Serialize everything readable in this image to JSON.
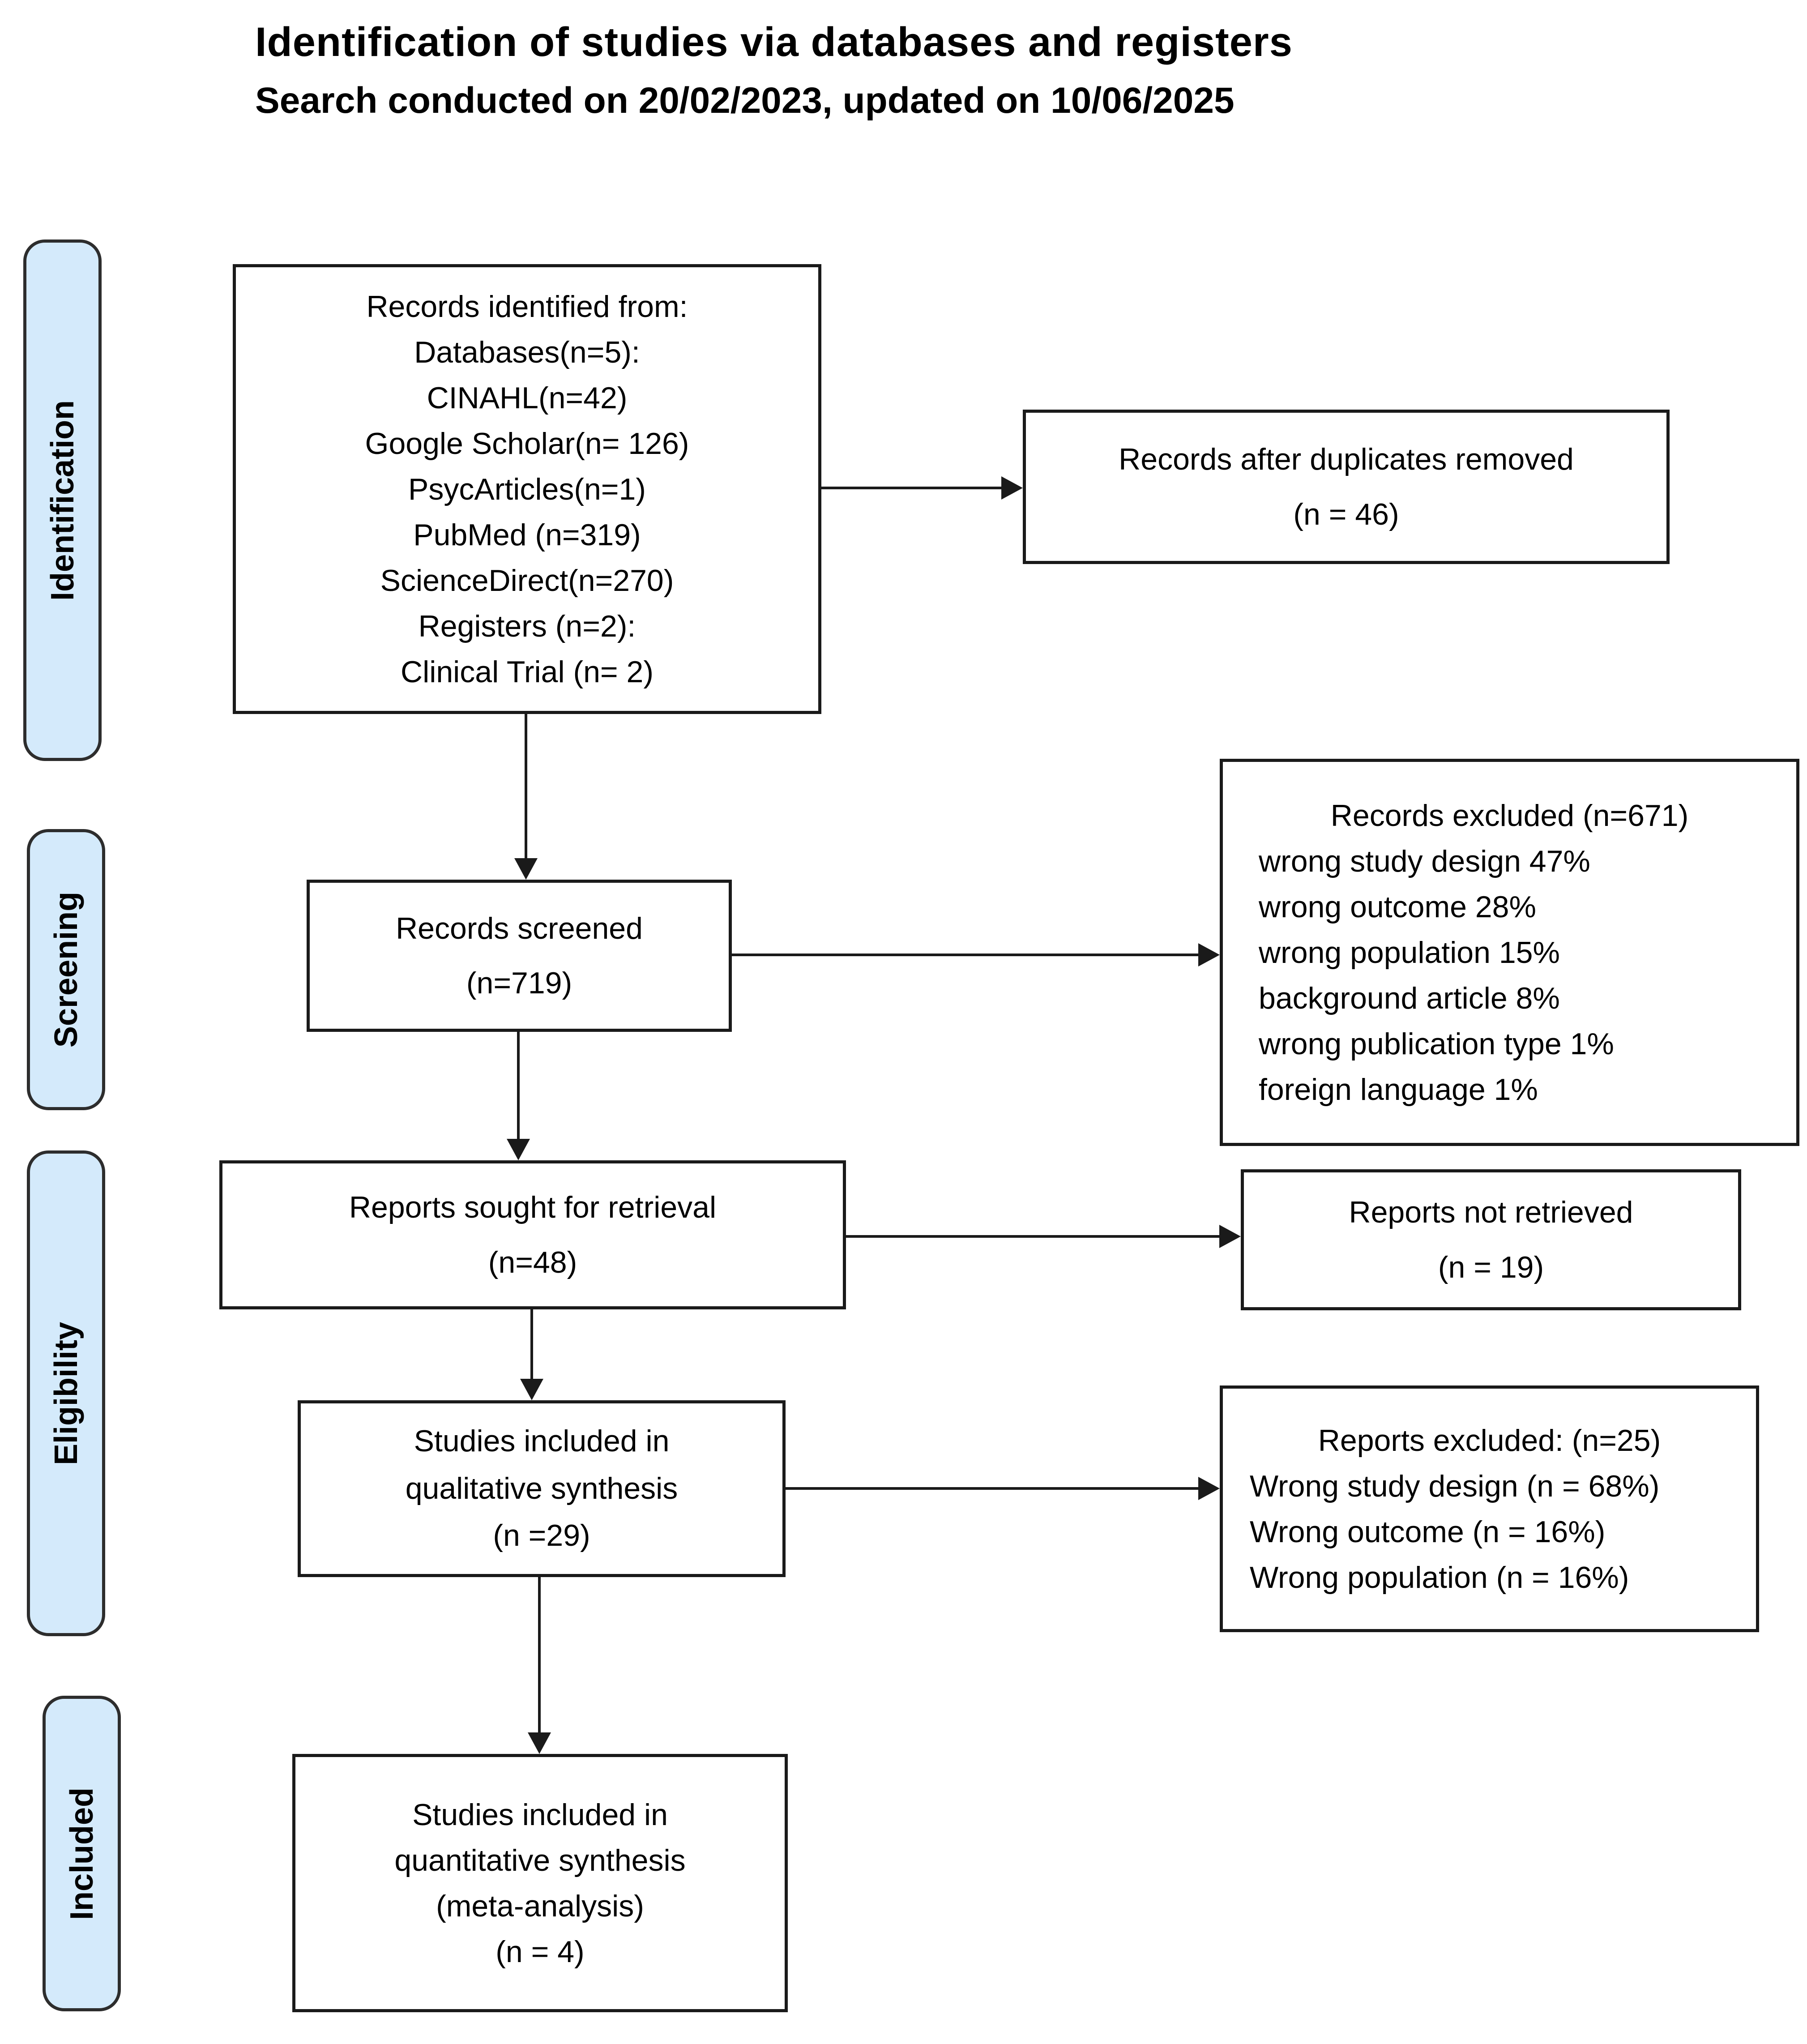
{
  "header": {
    "title": "Identification of studies via databases and registers",
    "subtitle": "Search conducted on 20/02/2023, updated on 10/06/2025"
  },
  "sidebar": {
    "stages": [
      "Identification",
      "Screening",
      "Eligibility",
      "Included"
    ]
  },
  "boxes": {
    "records_identified": {
      "lines": [
        "Records identified from:",
        "Databases(n=5):",
        "CINAHL(n=42)",
        "Google Scholar(n= 126)",
        "PsycArticles(n=1)",
        "PubMed (n=319)",
        "ScienceDirect(n=270)",
        "Registers (n=2):",
        "Clinical Trial (n= 2)"
      ]
    },
    "duplicates_removed": {
      "lines": [
        "Records after duplicates removed",
        "(n = 46)"
      ]
    },
    "records_screened": {
      "lines": [
        "Records screened",
        "(n=719)"
      ]
    },
    "records_excluded": {
      "title": "Records excluded (n=671)",
      "reasons": [
        "wrong study design 47%",
        "wrong outcome  28%",
        "wrong population 15%",
        "background article 8%",
        "wrong publication type  1%",
        "foreign language 1%"
      ]
    },
    "reports_sought": {
      "lines": [
        "Reports sought for retrieval",
        "(n=48)"
      ]
    },
    "reports_not_retrieved": {
      "lines": [
        "Reports not retrieved",
        "(n = 19)"
      ]
    },
    "qualitative_synthesis": {
      "lines": [
        "Studies included in",
        "qualitative synthesis",
        "(n =29)"
      ]
    },
    "reports_excluded": {
      "title": "Reports excluded: (n=25)",
      "reasons": [
        "Wrong study design (n = 68%)",
        "Wrong outcome (n = 16%)",
        "Wrong population (n = 16%)"
      ]
    },
    "quantitative_synthesis": {
      "lines": [
        "Studies included in",
        "quantitative synthesis",
        "(meta-analysis)",
        "(n = 4)"
      ]
    }
  },
  "colors": {
    "stage_fill": "#d4eafb",
    "stage_border": "#2d2d2d",
    "box_border": "#1a1a1a",
    "arrow": "#1a1a1a",
    "text": "#000000"
  }
}
